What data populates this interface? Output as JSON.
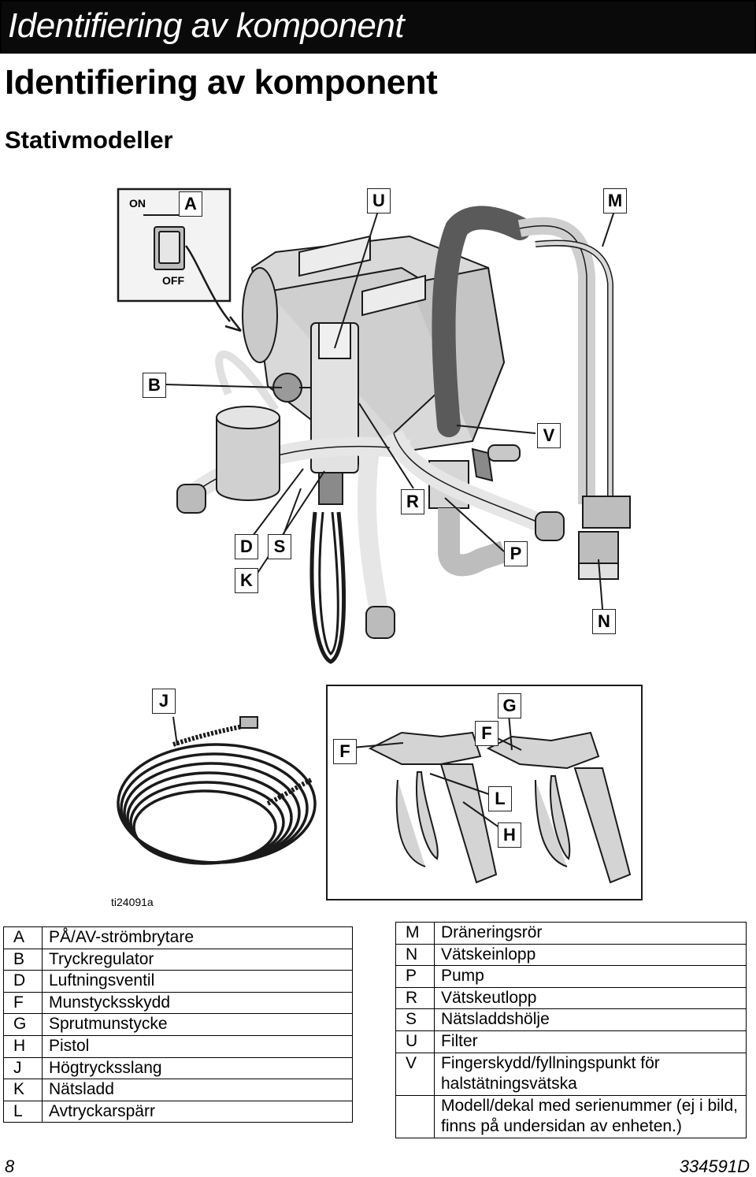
{
  "header": {
    "section_title": "Identifiering av komponent"
  },
  "page": {
    "title": "Identifiering av komponent",
    "subtitle": "Stativmodeller",
    "figure_id": "ti24091a",
    "page_number": "8",
    "doc_number": "334591D"
  },
  "callouts": {
    "A": "A",
    "U": "U",
    "M": "M",
    "B": "B",
    "V": "V",
    "R": "R",
    "D": "D",
    "S": "S",
    "P": "P",
    "K": "K",
    "N": "N",
    "J": "J",
    "G": "G",
    "F1": "F",
    "F2": "F",
    "L": "L",
    "H": "H"
  },
  "switch": {
    "on": "ON",
    "off": "OFF"
  },
  "legend_left": [
    {
      "key": "A",
      "label": "PÅ/AV-strömbrytare"
    },
    {
      "key": "B",
      "label": "Tryckregulator"
    },
    {
      "key": "D",
      "label": "Luftningsventil"
    },
    {
      "key": "F",
      "label": "Munstycksskydd"
    },
    {
      "key": "G",
      "label": "Sprutmunstycke"
    },
    {
      "key": "H",
      "label": "Pistol"
    },
    {
      "key": "J",
      "label": "Högtrycksslang"
    },
    {
      "key": "K",
      "label": "Nätsladd"
    },
    {
      "key": "L",
      "label": "Avtryckarspärr"
    }
  ],
  "legend_right": [
    {
      "key": "M",
      "label": "Dräneringsrör"
    },
    {
      "key": "N",
      "label": "Vätskeinlopp"
    },
    {
      "key": "P",
      "label": "Pump"
    },
    {
      "key": "R",
      "label": "Vätskeutlopp"
    },
    {
      "key": "S",
      "label": "Nätsladdshölje"
    },
    {
      "key": "U",
      "label": "Filter"
    },
    {
      "key": "V",
      "label": "Fingerskydd/fyllningspunkt för halstätningsvätska"
    },
    {
      "key": "",
      "label": "Modell/dekal med serienummer (ej i bild, finns på undersidan av enheten.)"
    }
  ]
}
